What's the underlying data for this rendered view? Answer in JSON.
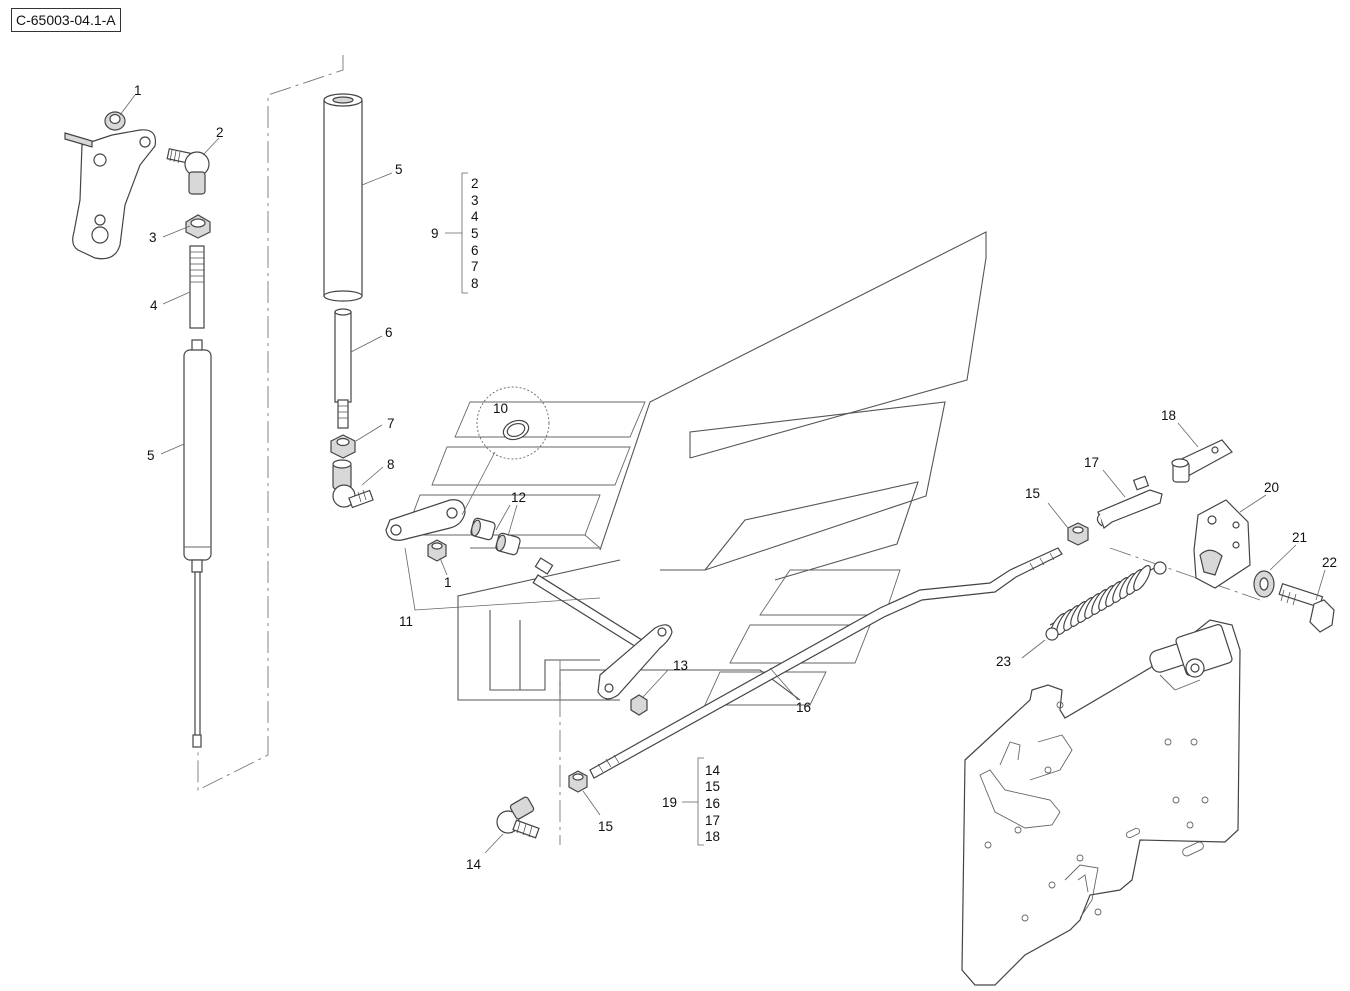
{
  "reference_code": "C-65003-04.1-A",
  "callouts": [
    {
      "id": "c1a",
      "label": "1"
    },
    {
      "id": "c2",
      "label": "2"
    },
    {
      "id": "c3",
      "label": "3"
    },
    {
      "id": "c4",
      "label": "4"
    },
    {
      "id": "c5a",
      "label": "5"
    },
    {
      "id": "c5b",
      "label": "5"
    },
    {
      "id": "c6",
      "label": "6"
    },
    {
      "id": "c7",
      "label": "7"
    },
    {
      "id": "c8",
      "label": "8"
    },
    {
      "id": "c10",
      "label": "10"
    },
    {
      "id": "c12",
      "label": "12"
    },
    {
      "id": "c1b",
      "label": "1"
    },
    {
      "id": "c11",
      "label": "11"
    },
    {
      "id": "c13",
      "label": "13"
    },
    {
      "id": "c16",
      "label": "16"
    },
    {
      "id": "c15a",
      "label": "15"
    },
    {
      "id": "c15b",
      "label": "15"
    },
    {
      "id": "c14",
      "label": "14"
    },
    {
      "id": "c17",
      "label": "17"
    },
    {
      "id": "c18",
      "label": "18"
    },
    {
      "id": "c20",
      "label": "20"
    },
    {
      "id": "c21",
      "label": "21"
    },
    {
      "id": "c22",
      "label": "22"
    },
    {
      "id": "c23",
      "label": "23"
    }
  ],
  "assemblies": [
    {
      "id": "kit9",
      "label": "9",
      "items": [
        "2",
        "3",
        "4",
        "5",
        "6",
        "7",
        "8"
      ]
    },
    {
      "id": "kit19",
      "label": "19",
      "items": [
        "14",
        "15",
        "16",
        "17",
        "18"
      ]
    }
  ]
}
